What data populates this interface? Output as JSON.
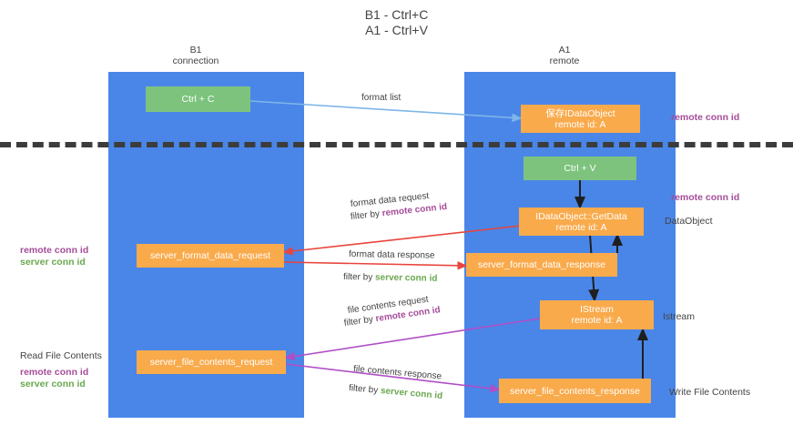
{
  "diagram": {
    "title": "B1 - Ctrl+C\nA1 - Ctrl+V",
    "columns": [
      {
        "name": "B1",
        "sub": "connection",
        "header": "B1\nconnection"
      },
      {
        "name": "A1",
        "sub": "remote",
        "header": "A1\nremote"
      }
    ],
    "nodes": [
      {
        "id": "ctrl-c",
        "label": "Ctrl + C",
        "color": "#7dc37d",
        "lane": "B1"
      },
      {
        "id": "save-idataobject",
        "label": "保存IDataObject\nremote id: A",
        "color": "#f9aa4b",
        "lane": "A1"
      },
      {
        "id": "ctrl-v",
        "label": "Ctrl + V",
        "color": "#7dc37d",
        "lane": "A1"
      },
      {
        "id": "idataobject-getdata",
        "label": "IDataObject::GetData\nremote id: A",
        "color": "#f9aa4b",
        "lane": "A1"
      },
      {
        "id": "server-format-data-request",
        "label": "server_format_data_request",
        "color": "#f9aa4b",
        "lane": "B1"
      },
      {
        "id": "server-format-data-response",
        "label": "server_format_data_response",
        "color": "#f9aa4b",
        "lane": "A1"
      },
      {
        "id": "istream",
        "label": "IStream\nremote id: A",
        "color": "#f9aa4b",
        "lane": "A1"
      },
      {
        "id": "server-file-contents-request",
        "label": "server_file_contents_request",
        "color": "#f9aa4b",
        "lane": "B1"
      },
      {
        "id": "server-file-contents-response",
        "label": "server_file_contents_response",
        "color": "#f9aa4b",
        "lane": "A1"
      }
    ],
    "edge_labels": {
      "format_list": "format list",
      "format_data_request": "format data request",
      "filter_by_remote_1_prefix": "filter by ",
      "filter_by_remote_1_key": "remote conn id",
      "format_data_response": "format data response",
      "filter_by_server_1_prefix": "filter by ",
      "filter_by_server_1_key": "server conn id",
      "file_contents_request": "file contents request",
      "filter_by_remote_2_prefix": "filter by ",
      "filter_by_remote_2_key": "remote conn id",
      "file_contents_response": "file contents response",
      "filter_by_server_2_prefix": "filter by ",
      "filter_by_server_2_key": "server conn id"
    },
    "annotations": {
      "right_remote_conn_id_top": "remote conn id",
      "right_remote_conn_id_mid": "remote conn id",
      "right_dataobject": "DataObject",
      "right_istream": "Istream",
      "right_write_file_contents": "Write File Contents",
      "left_remote_conn_id_mid": "remote conn id",
      "left_server_conn_id_mid": "server conn id",
      "left_read_file_contents": "Read File Contents",
      "left_remote_conn_id_bottom": "remote conn id",
      "left_server_conn_id_bottom": "server conn id"
    },
    "colors": {
      "lane": "#4a86e8",
      "green_node": "#7dc37d",
      "orange_node": "#f9aa4b",
      "remote_key": "#a64d9a",
      "server_key": "#6aa84f",
      "text": "#434343",
      "dashed_divider": "#3c3c3c",
      "edge_blue": "#7eb6e8",
      "edge_red": "#e8453c",
      "edge_purple": "#b04ec7",
      "edge_dark": "#1f1f1f"
    }
  }
}
